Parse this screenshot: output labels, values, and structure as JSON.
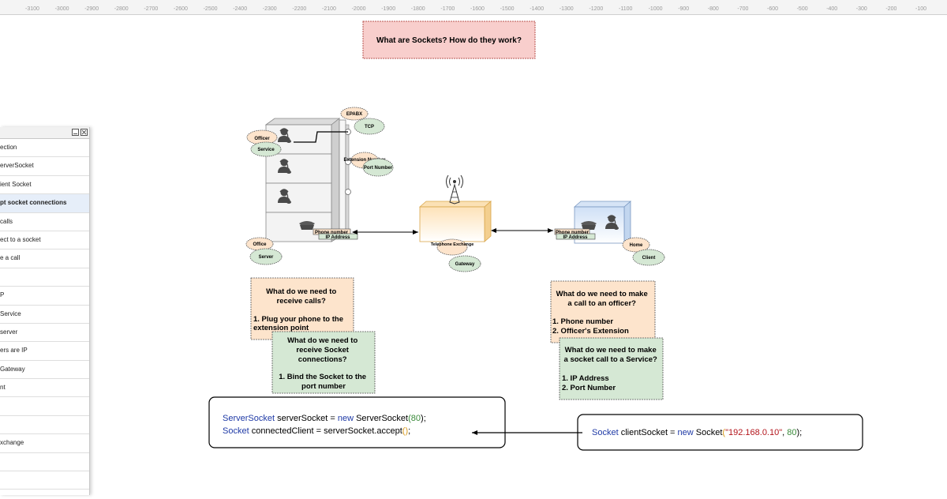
{
  "ruler": [
    "-3100",
    "-3000",
    "-2900",
    "-2800",
    "-2700",
    "-2600",
    "-2500",
    "-2400",
    "-2300",
    "-2200",
    "-2100",
    "-2000",
    "-1900",
    "-1800",
    "-1700",
    "-1600",
    "-1500",
    "-1400",
    "-1300",
    "-1200",
    "-1100",
    "-1000",
    "-900",
    "-800",
    "-700",
    "-600",
    "-500",
    "-400",
    "-300",
    "-200",
    "-100"
  ],
  "title": "What are Sockets? How do they work?",
  "diagram": {
    "epabx": "EPABX",
    "tcp": "TCP",
    "officer": "Officer",
    "service": "Service",
    "extension": "Extension Number",
    "port": "Port Number",
    "office": "Office",
    "server": "Server",
    "phone_number_left": "Phone number",
    "ip_address_left": "IP Address",
    "telephone_exchange": "Telephone Exchange",
    "gateway": "Gateway",
    "phone_number_right": "Phone number",
    "ip_address_right": "IP Address",
    "home": "Home",
    "client": "Client"
  },
  "notes": {
    "receive_calls": [
      "What do we need to",
      "receive calls?",
      "",
      "1. Plug your phone to the",
      "extension point"
    ],
    "receive_sockets": [
      "What do we need to",
      "receive Socket",
      "connections?",
      "",
      "1. Bind the Socket to the",
      "port number"
    ],
    "make_call": [
      "What do we need to make",
      "a call to an officer?",
      "",
      "1. Phone number",
      "2. Officer's Extension"
    ],
    "socket_call": [
      "What do we need to make",
      "a socket call to a Service?",
      "",
      "1. IP Address",
      "2. Port Number"
    ]
  },
  "code_server": {
    "line1": {
      "type": "ServerSocket",
      "mid": " serverSocket = ",
      "kw": "new",
      "ctor": " ServerSocket",
      "open": "(",
      "num": "80",
      "close": ");"
    },
    "line2": {
      "type": "Socket",
      "mid": " connectedClient = serverSocket.accept",
      "open": "(",
      "close": ")",
      "end": ";"
    }
  },
  "code_client": {
    "type": "Socket",
    "mid": " clientSocket = ",
    "kw": "new",
    "ctor": " Socket",
    "open": "(",
    "str": "\"192.168.0.10\"",
    "comma": ", ",
    "num": "80",
    "close": ");"
  },
  "panel": {
    "items": [
      "ection",
      "erverSocket",
      "ient Socket",
      "pt socket connections",
      "calls",
      "ect to a socket",
      "e a call",
      "",
      "P",
      " Service",
      " server",
      "ers are IP",
      " Gateway",
      "nt",
      "",
      "",
      "xchange",
      "",
      ""
    ],
    "active_index": 3
  },
  "colors": {
    "title_fill": "#f8cecc",
    "note_orange": "#fde4cc",
    "note_green": "#d5e8d4",
    "code_blue": "#1f3aa6",
    "code_red": "#b3151c",
    "code_green": "#3a8a3a"
  }
}
